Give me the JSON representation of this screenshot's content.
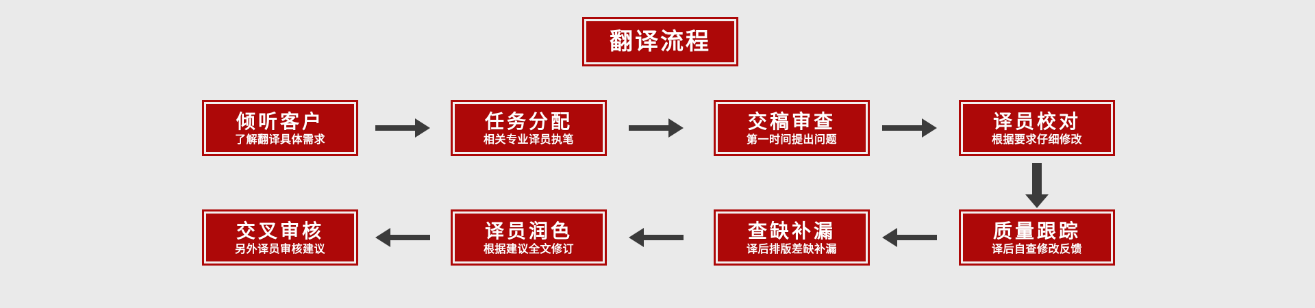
{
  "background_color": "#eaeaea",
  "box_fill_color": "#ad0808",
  "box_inner_border_color": "#f2f0f0",
  "arrow_color": "#3b3b3b",
  "text_color": "#ffffff",
  "title": {
    "label": "翻译流程"
  },
  "steps": [
    {
      "id": "step-1",
      "main": "倾听客户",
      "sub": "了解翻译具体需求"
    },
    {
      "id": "step-2",
      "main": "任务分配",
      "sub": "相关专业译员执笔"
    },
    {
      "id": "step-3",
      "main": "交稿审查",
      "sub": "第一时间提出问题"
    },
    {
      "id": "step-4",
      "main": "译员校对",
      "sub": "根据要求仔细修改"
    },
    {
      "id": "step-5",
      "main": "质量跟踪",
      "sub": "译后自查修改反馈"
    },
    {
      "id": "step-6",
      "main": "查缺补漏",
      "sub": "译后排版差缺补漏"
    },
    {
      "id": "step-7",
      "main": "译员润色",
      "sub": "根据建议全文修订"
    },
    {
      "id": "step-8",
      "main": "交叉审核",
      "sub": "另外译员审核建议"
    }
  ],
  "connectors": [
    {
      "id": "arrow-1-to-2",
      "direction": "right"
    },
    {
      "id": "arrow-2-to-3",
      "direction": "right"
    },
    {
      "id": "arrow-3-to-4",
      "direction": "right"
    },
    {
      "id": "arrow-4-to-5",
      "direction": "down"
    },
    {
      "id": "arrow-5-to-6",
      "direction": "left"
    },
    {
      "id": "arrow-6-to-7",
      "direction": "left"
    },
    {
      "id": "arrow-7-to-8",
      "direction": "left"
    }
  ]
}
